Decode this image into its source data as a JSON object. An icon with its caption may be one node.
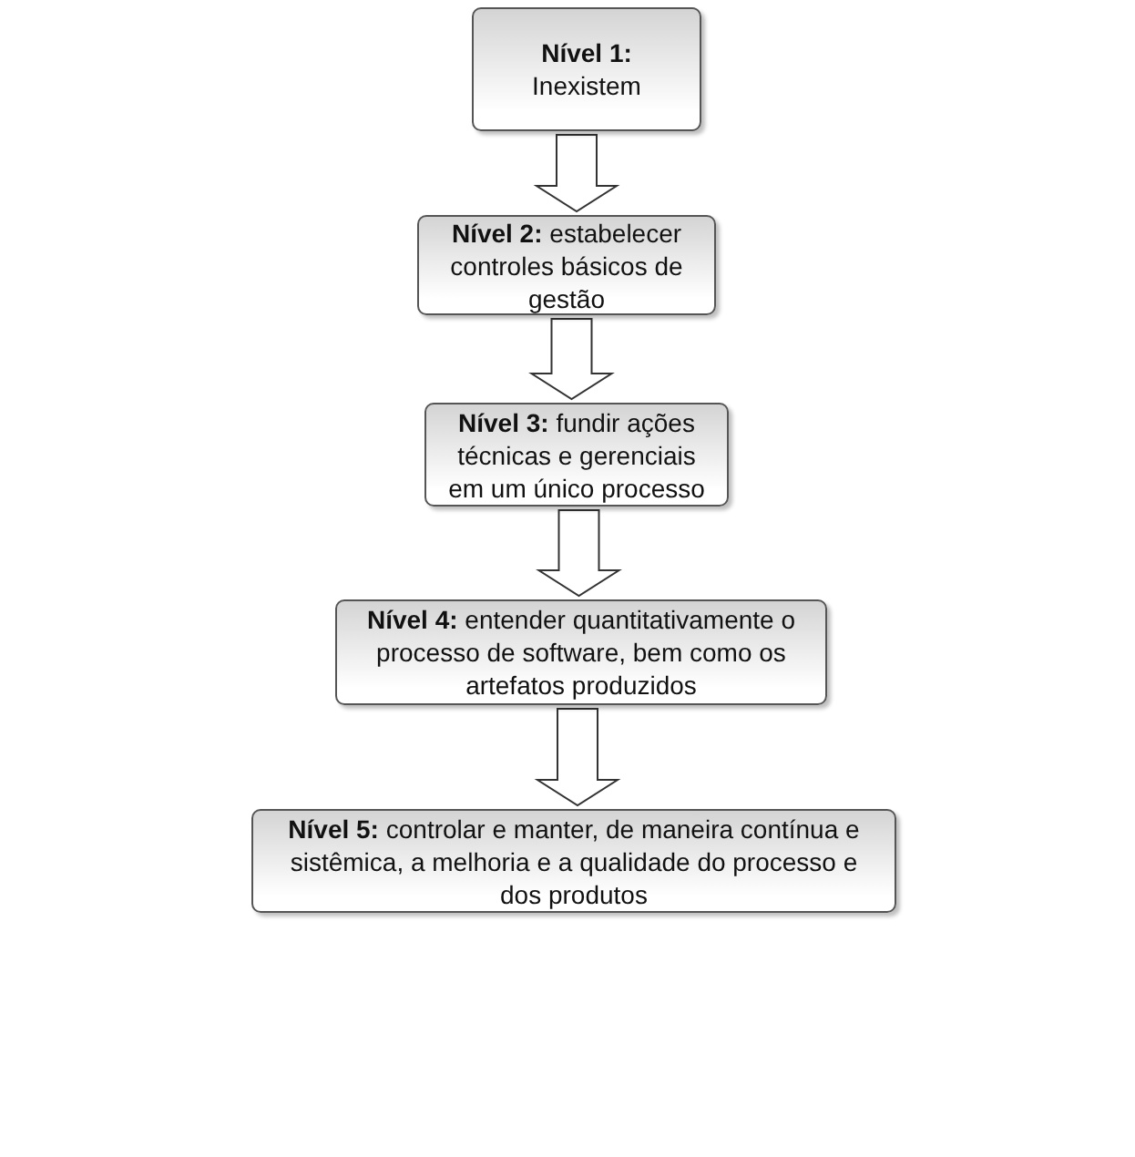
{
  "diagram": {
    "nodes": [
      {
        "text": [
          "**Nível 1:** Inexistem"
        ]
      },
      {
        "text": [
          "**Nível 2:** estabelecer controles básicos de gestão"
        ]
      },
      {
        "text": [
          "**Nível 3:** fundir ações técnicas e gerenciais em um único processo"
        ]
      },
      {
        "text": [
          "**Nível 4:** entender quantitativamente o processo de software, bem como os artefatos produzidos"
        ]
      },
      {
        "text": [
          "**Nível 5:** controlar e manter, de maneira contínua e sistêmica, a melhoria e a qualidade do processo e dos produtos"
        ]
      }
    ],
    "edges": [
      {
        "from": 0,
        "to": 1,
        "arrow": "to"
      },
      {
        "from": 1,
        "to": 2,
        "arrow": "to"
      },
      {
        "from": 2,
        "to": 3,
        "arrow": "to"
      },
      {
        "from": 3,
        "to": 4,
        "arrow": "to"
      }
    ]
  }
}
